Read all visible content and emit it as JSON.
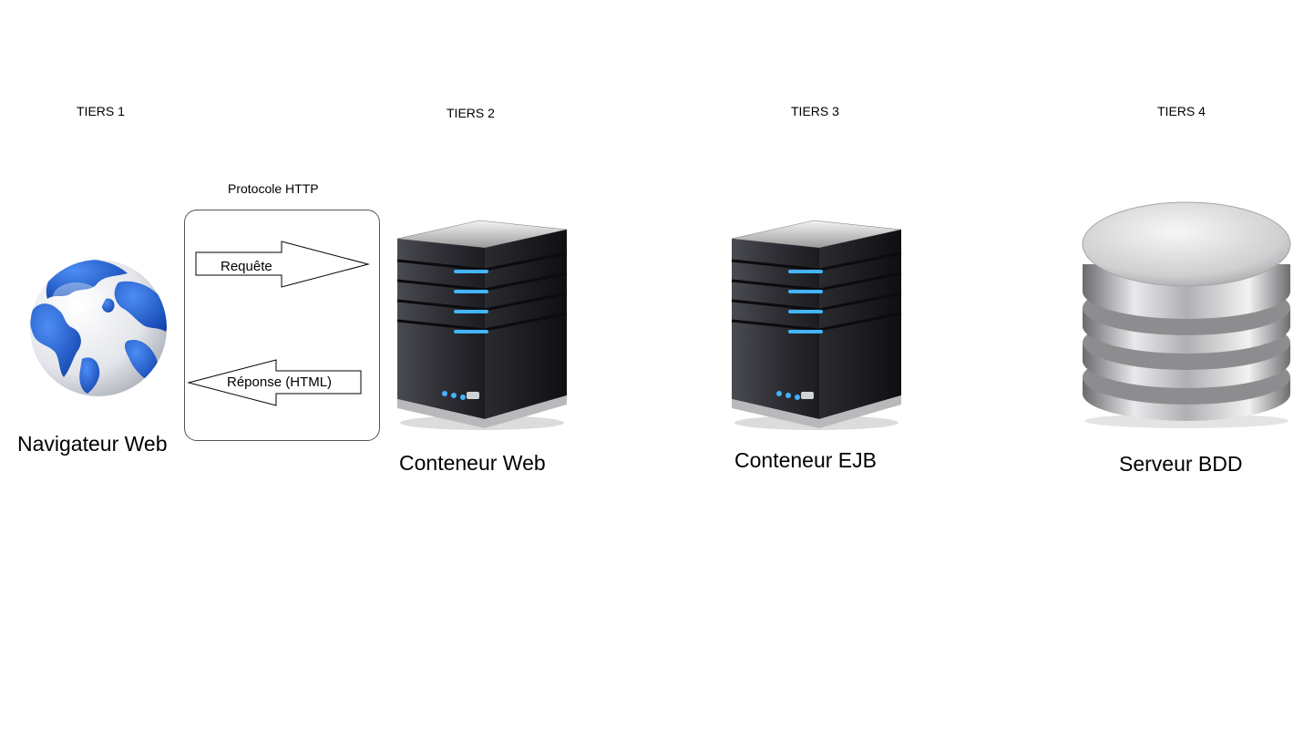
{
  "tiers": {
    "t1": "TIERS 1",
    "t2": "TIERS 2",
    "t3": "TIERS 3",
    "t4": "TIERS 4"
  },
  "nodes": {
    "browser": "Navigateur Web",
    "web_container": "Conteneur Web",
    "ejb_container": "Conteneur EJB",
    "db_server": "Serveur BDD"
  },
  "protocol": {
    "title": "Protocole HTTP",
    "request": "Requête",
    "response": "Réponse (HTML)"
  },
  "colors": {
    "globe_ocean": "#e8eaef",
    "globe_land": "#1f5fd6",
    "server_body": "#2f3035",
    "server_led": "#43b4ff",
    "db_disk": "#c9c9cb"
  }
}
